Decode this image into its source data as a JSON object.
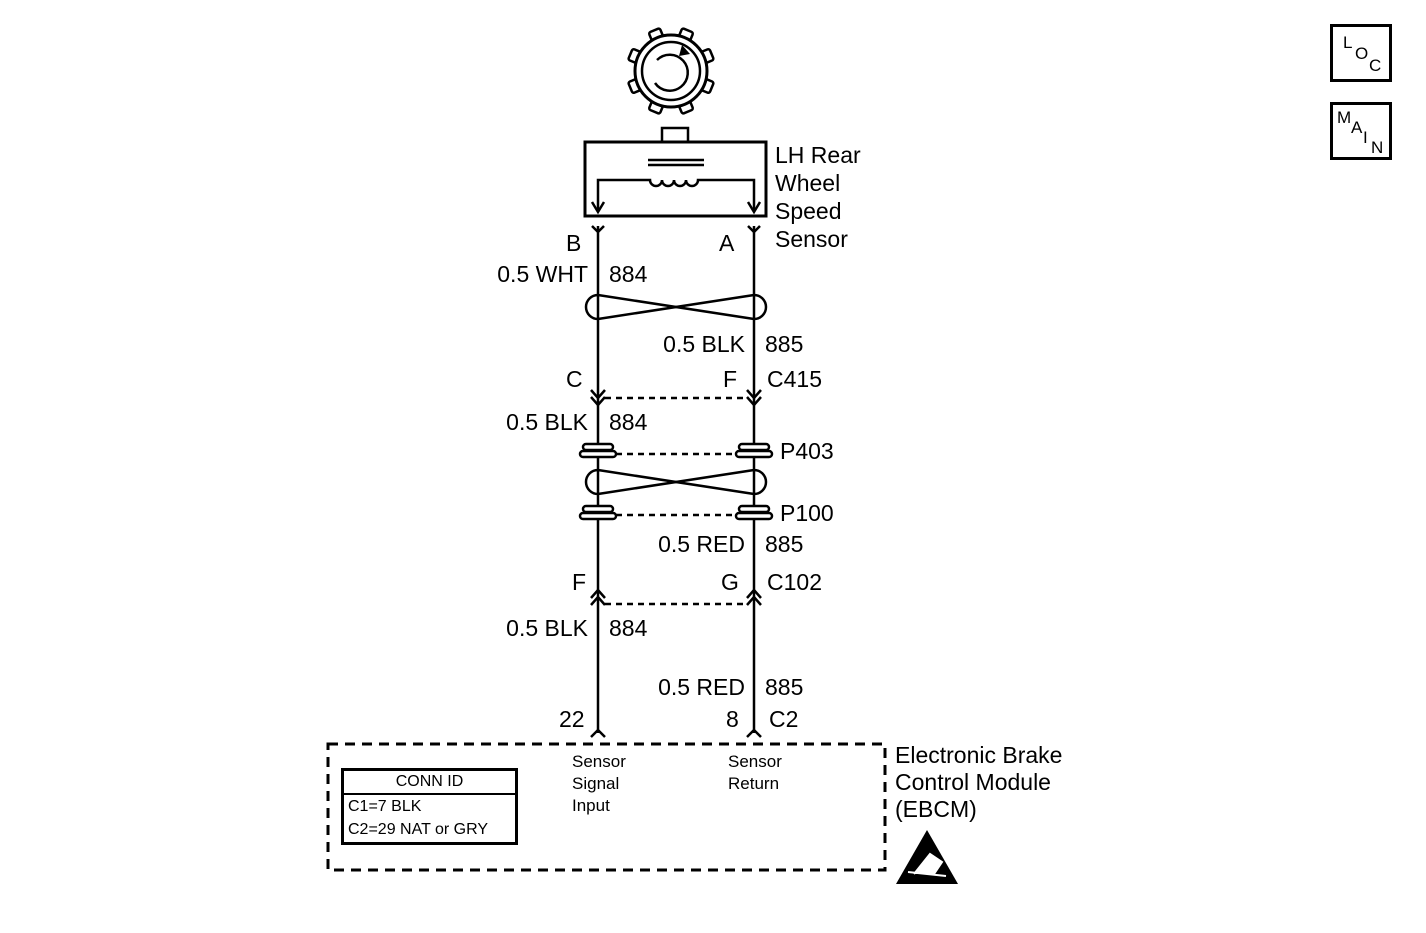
{
  "sensor": {
    "name_lines": [
      "LH Rear",
      "Wheel",
      "Speed",
      "Sensor"
    ],
    "pin_left": "B",
    "pin_right": "A"
  },
  "circuits": {
    "wht_884": "0.5 WHT",
    "num_884": "884",
    "blk_885": "0.5 BLK",
    "num_885": "885",
    "blk_884_b": "0.5 BLK",
    "num_884_b": "884",
    "red_885": "0.5 RED",
    "num_885_b": "885",
    "blk_884_c": "0.5 BLK",
    "num_884_c": "884",
    "red_885_b": "0.5 RED",
    "num_885_c": "885"
  },
  "connectors": {
    "c415": {
      "id": "C415",
      "pin_left": "C",
      "pin_right": "F"
    },
    "p403": "P403",
    "p100": "P100",
    "c102": {
      "id": "C102",
      "pin_left": "F",
      "pin_right": "G"
    },
    "c2": {
      "id": "C2",
      "pin_left": "22",
      "pin_right": "8"
    }
  },
  "module": {
    "name_lines": [
      "Electronic Brake",
      "Control Module",
      "(EBCM)"
    ],
    "input_left_lines": [
      "Sensor",
      "Signal",
      "Input"
    ],
    "input_right_lines": [
      "Sensor",
      "Return"
    ],
    "conn_id": {
      "header": "CONN ID",
      "rows": [
        "C1=7 BLK",
        "C2=29 NAT or GRY"
      ]
    }
  },
  "nav": {
    "loc": [
      "L",
      "O",
      "C"
    ],
    "main": [
      "M",
      "A",
      "I",
      "N"
    ]
  },
  "icons": {
    "wheel": "tone-wheel-icon",
    "esd": "esd-warning-icon"
  }
}
